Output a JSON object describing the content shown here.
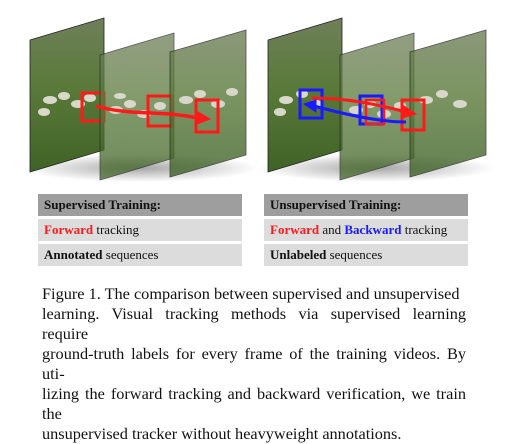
{
  "left_table": {
    "header": "Supervised Training:",
    "row1_highlight": "Forward",
    "row1_rest": " tracking",
    "row2_bold": "Annotated",
    "row2_rest": " sequences"
  },
  "right_table": {
    "header": "Unsupervised Training:",
    "row1_highlight_a": "Forward",
    "row1_mid": " and ",
    "row1_highlight_b": "Backward",
    "row1_rest": " tracking",
    "row2_bold": "Unlabeled",
    "row2_rest": " sequences"
  },
  "caption": {
    "lines": [
      "Figure 1. The comparison between supervised and unsupervised",
      "learning. Visual tracking methods via supervised learning require",
      "ground-truth labels for every frame of the training videos. By uti-",
      "lizing the forward tracking and backward verification, we train the",
      "unsupervised tracker without heavyweight annotations."
    ]
  },
  "colors": {
    "forward": "#ff1a1a",
    "backward": "#1a1aff",
    "table_header_bg": "#9e9e9e",
    "table_row_bg": "#dcdcdc"
  }
}
